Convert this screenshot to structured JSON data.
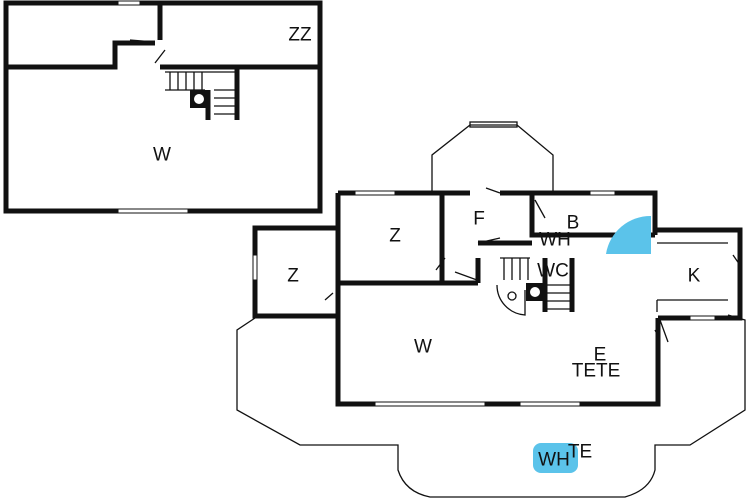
{
  "colors": {
    "wall": "#111111",
    "fixture": "#5bc3ea"
  },
  "upper_floor": {
    "rooms": [
      {
        "id": "zz",
        "label": "ZZ"
      },
      {
        "id": "w",
        "label": "W"
      }
    ]
  },
  "ground_floor": {
    "rooms": [
      {
        "id": "z1",
        "label": "Z"
      },
      {
        "id": "z2",
        "label": "Z"
      },
      {
        "id": "f",
        "label": "F"
      },
      {
        "id": "b",
        "label": "B"
      },
      {
        "id": "wh1",
        "label": "WH"
      },
      {
        "id": "wc",
        "label": "WC"
      },
      {
        "id": "k",
        "label": "K"
      },
      {
        "id": "w",
        "label": "W"
      },
      {
        "id": "e",
        "label": "E"
      },
      {
        "id": "tete",
        "label": "TETE"
      },
      {
        "id": "wh2",
        "label": "WH"
      },
      {
        "id": "te",
        "label": "TE"
      }
    ]
  }
}
